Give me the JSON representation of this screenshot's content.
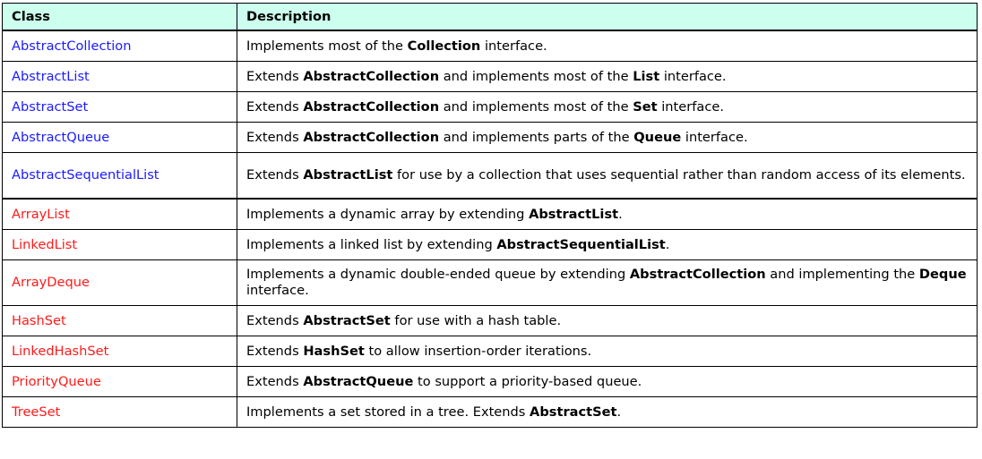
{
  "table": {
    "headers": {
      "class": "Class",
      "description": "Description"
    },
    "colors": {
      "header_bg": "#ccffee",
      "abstract_class": "#1a1aff",
      "concrete_class": "#ff1a1a"
    },
    "rows": [
      {
        "class": "AbstractCollection",
        "kind": "abstract",
        "description": [
          {
            "t": "Implements most of the "
          },
          {
            "t": "Collection",
            "b": true
          },
          {
            "t": " interface."
          }
        ]
      },
      {
        "class": "AbstractList",
        "kind": "abstract",
        "description": [
          {
            "t": "Extends "
          },
          {
            "t": "AbstractCollection",
            "b": true
          },
          {
            "t": " and implements most of the "
          },
          {
            "t": "List",
            "b": true
          },
          {
            "t": " interface."
          }
        ]
      },
      {
        "class": "AbstractSet",
        "kind": "abstract",
        "description": [
          {
            "t": "Extends "
          },
          {
            "t": "AbstractCollection",
            "b": true
          },
          {
            "t": " and implements most of the "
          },
          {
            "t": "Set",
            "b": true
          },
          {
            "t": " interface."
          }
        ]
      },
      {
        "class": "AbstractQueue",
        "kind": "abstract",
        "description": [
          {
            "t": "Extends "
          },
          {
            "t": "AbstractCollection",
            "b": true
          },
          {
            "t": " and implements parts of the "
          },
          {
            "t": "Queue",
            "b": true
          },
          {
            "t": " interface."
          }
        ]
      },
      {
        "class": "AbstractSequentialList",
        "kind": "abstract",
        "tall": true,
        "group_end": true,
        "description": [
          {
            "t": "Extends "
          },
          {
            "t": "AbstractList",
            "b": true
          },
          {
            "t": " for use by a collection that uses sequential rather than random access of its elements."
          }
        ]
      },
      {
        "class": "ArrayList",
        "kind": "concrete",
        "description": [
          {
            "t": "Implements a dynamic array by extending "
          },
          {
            "t": "AbstractList",
            "b": true
          },
          {
            "t": "."
          }
        ]
      },
      {
        "class": "LinkedList",
        "kind": "concrete",
        "description": [
          {
            "t": "Implements a linked list by extending "
          },
          {
            "t": "AbstractSequentialList",
            "b": true
          },
          {
            "t": "."
          }
        ]
      },
      {
        "class": "ArrayDeque",
        "kind": "concrete",
        "tall": true,
        "description": [
          {
            "t": "Implements a dynamic double-ended queue by extending "
          },
          {
            "t": "AbstractCollection",
            "b": true
          },
          {
            "t": " and implementing the "
          },
          {
            "t": "Deque",
            "b": true
          },
          {
            "t": " interface."
          }
        ]
      },
      {
        "class": "HashSet",
        "kind": "concrete",
        "description": [
          {
            "t": "Extends "
          },
          {
            "t": "AbstractSet",
            "b": true
          },
          {
            "t": " for use with a hash table."
          }
        ]
      },
      {
        "class": "LinkedHashSet",
        "kind": "concrete",
        "description": [
          {
            "t": "Extends "
          },
          {
            "t": "HashSet",
            "b": true
          },
          {
            "t": " to allow insertion-order iterations."
          }
        ]
      },
      {
        "class": "PriorityQueue",
        "kind": "concrete",
        "description": [
          {
            "t": "Extends "
          },
          {
            "t": "AbstractQueue",
            "b": true
          },
          {
            "t": " to support a priority-based queue."
          }
        ]
      },
      {
        "class": "TreeSet",
        "kind": "concrete",
        "description": [
          {
            "t": "Implements a set stored in a tree. Extends "
          },
          {
            "t": "AbstractSet",
            "b": true
          },
          {
            "t": "."
          }
        ]
      }
    ]
  }
}
